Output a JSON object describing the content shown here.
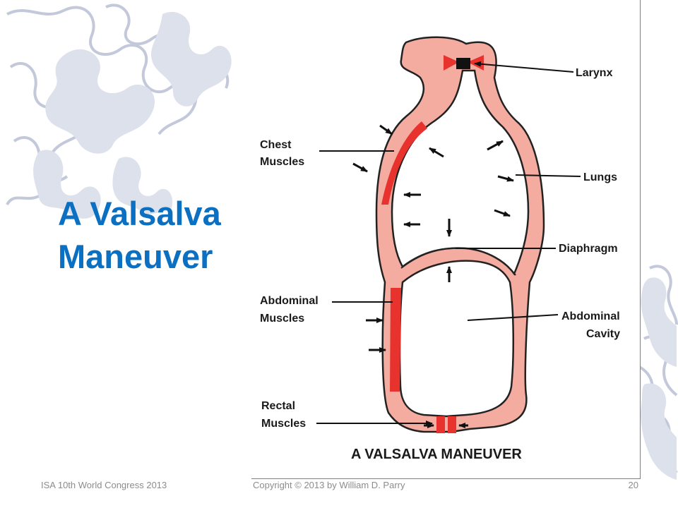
{
  "slide": {
    "title_line1": "A Valsalva",
    "title_line2": "Maneuver"
  },
  "figure": {
    "caption": "A VALSALVA MANEUVER",
    "labels": {
      "larynx": "Larynx",
      "chest_1": "Chest",
      "chest_2": "Muscles",
      "lungs": "Lungs",
      "diaphragm": "Diaphragm",
      "abdominal_1": "Abdominal",
      "abdominal_2": "Muscles",
      "cavity_1": "Abdominal",
      "cavity_2": "Cavity",
      "rectal_1": "Rectal",
      "rectal_2": "Muscles"
    }
  },
  "footer": {
    "left": "ISA 10th World Congress 2013",
    "center": "Copyright © 2013 by William D. Parry",
    "page": "20"
  },
  "colors": {
    "title": "#0b6fc2",
    "tissue": "#f4aca0",
    "muscle": "#e8322e",
    "puzzle_fill": "#dde1ec",
    "puzzle_outline": "#c3c9da"
  }
}
